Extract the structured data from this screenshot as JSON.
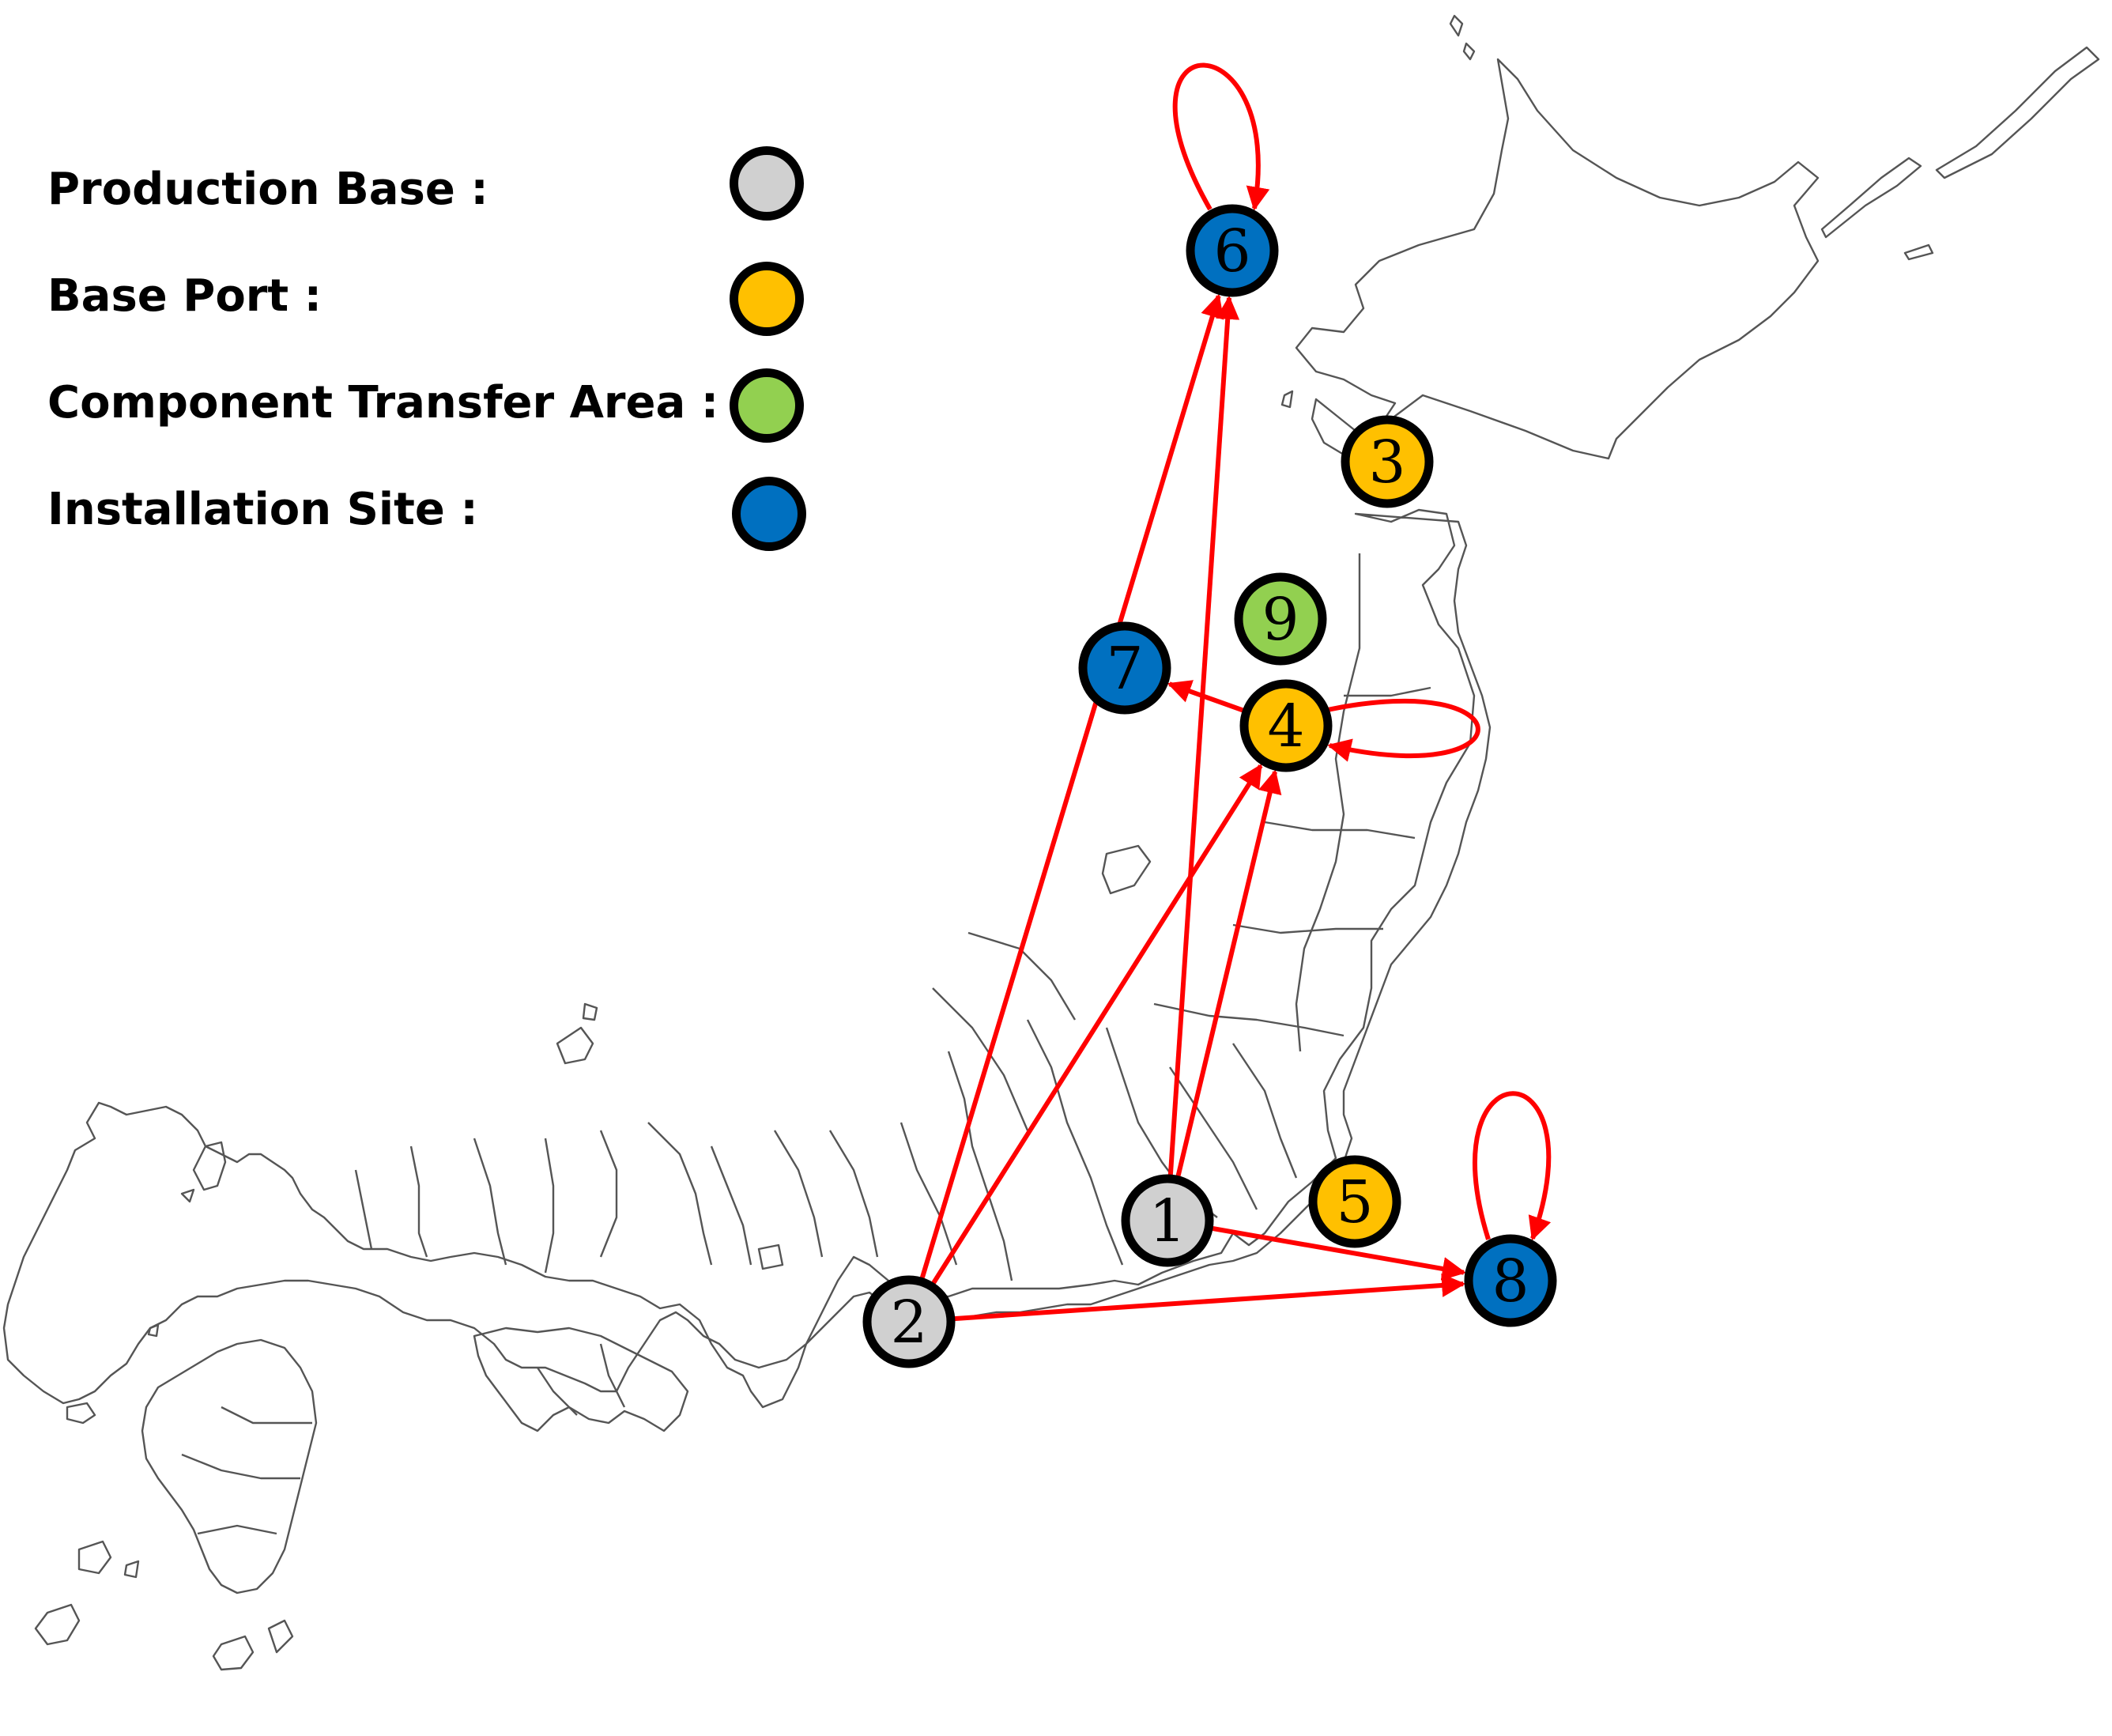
{
  "legend": [
    {
      "label": "Production Base :",
      "color": "#d0d0d0",
      "icon": "production-base-marker"
    },
    {
      "label": "Base Port :",
      "color": "#ffc000",
      "icon": "base-port-marker"
    },
    {
      "label": "Component Transfer Area :",
      "color": "#92d050",
      "icon": "component-transfer-area-marker"
    },
    {
      "label": "Installation Site :",
      "color": "#0070c0",
      "icon": "installation-site-marker"
    }
  ],
  "nodes": [
    {
      "id": "1",
      "label": "1",
      "category": "Production Base"
    },
    {
      "id": "2",
      "label": "2",
      "category": "Production Base"
    },
    {
      "id": "3",
      "label": "3",
      "category": "Base Port"
    },
    {
      "id": "4",
      "label": "4",
      "category": "Base Port"
    },
    {
      "id": "5",
      "label": "5",
      "category": "Base Port"
    },
    {
      "id": "6",
      "label": "6",
      "category": "Installation Site"
    },
    {
      "id": "7",
      "label": "7",
      "category": "Installation Site"
    },
    {
      "id": "8",
      "label": "8",
      "category": "Installation Site"
    },
    {
      "id": "9",
      "label": "9",
      "category": "Component Transfer Area"
    }
  ],
  "routes": [
    {
      "from": "1",
      "to": "4"
    },
    {
      "from": "1",
      "to": "6"
    },
    {
      "from": "1",
      "to": "8"
    },
    {
      "from": "2",
      "to": "4"
    },
    {
      "from": "2",
      "to": "6"
    },
    {
      "from": "2",
      "to": "8"
    },
    {
      "from": "4",
      "to": "7"
    },
    {
      "from": "4",
      "to": "4"
    },
    {
      "from": "6",
      "to": "6"
    },
    {
      "from": "8",
      "to": "8"
    }
  ],
  "colors": {
    "route": "#ff0000",
    "node_border": "#000000",
    "map_outline": "#555555"
  },
  "map": {
    "name": "japan-outline-map"
  }
}
